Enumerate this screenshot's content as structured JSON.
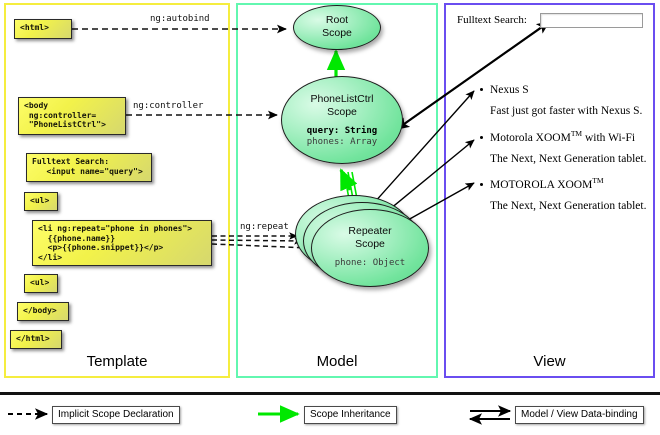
{
  "columns": {
    "template": {
      "label": "Template",
      "border_color": "#f5ed3f"
    },
    "model": {
      "label": "Model",
      "border_color": "#62f7b0"
    },
    "view": {
      "label": "View",
      "border_color": "#6a4df0"
    }
  },
  "template": {
    "boxes": [
      {
        "id": "html-open",
        "text": "<html>"
      },
      {
        "id": "body-open",
        "text": "<body\n ng:controller=\n \"PhoneListCtrl\">"
      },
      {
        "id": "search",
        "text": "Fulltext Search:\n   <input name=\"query\">"
      },
      {
        "id": "ul-open",
        "text": "<ul>"
      },
      {
        "id": "li-repeat",
        "text": "<li ng:repeat=\"phone in phones\">\n  {{phone.name}}\n  <p>{{phone.snippet}}</p>\n</li>"
      },
      {
        "id": "ul-close",
        "text": "<ul>"
      },
      {
        "id": "body-close",
        "text": "</body>"
      },
      {
        "id": "html-close",
        "text": "</html>"
      }
    ]
  },
  "model": {
    "scopes": [
      {
        "id": "root-scope",
        "title_line1": "Root",
        "title_line2": "Scope",
        "props": []
      },
      {
        "id": "phonelistctrl-scope",
        "title_line1": "PhoneListCtrl",
        "title_line2": "Scope",
        "props": [
          {
            "text": "query: String",
            "bold": true
          },
          {
            "text": "phones: Array",
            "bold": false
          }
        ]
      },
      {
        "id": "repeater-scope",
        "title_line1": "Repeater",
        "title_line2": "Scope",
        "props": [
          {
            "text": "phone: Object",
            "bold": false
          }
        ]
      }
    ]
  },
  "edge_labels": {
    "autobind": "ng:autobind",
    "controller": "ng:controller",
    "repeat": "ng:repeat"
  },
  "view": {
    "search_label": "Fulltext Search:",
    "search_value": "",
    "search_placeholder": "",
    "items": [
      {
        "name": "Nexus S",
        "name_tm": "",
        "name_suffix": "",
        "snippet": "Fast just got faster with Nexus S."
      },
      {
        "name": "Motorola XOOM",
        "name_tm": "TM",
        "name_suffix": " with Wi-Fi",
        "snippet": "The Next, Next Generation tablet."
      },
      {
        "name": "MOTOROLA XOOM",
        "name_tm": "TM",
        "name_suffix": "",
        "snippet": "The Next, Next Generation tablet."
      }
    ]
  },
  "legend": {
    "items": [
      {
        "id": "implicit-scope-declaration",
        "label": "Implicit Scope Declaration",
        "style": "dashed-black"
      },
      {
        "id": "scope-inheritance",
        "label": "Scope Inheritance",
        "style": "solid-green"
      },
      {
        "id": "model-view-data-binding",
        "label": "Model / View Data-binding",
        "style": "double-black"
      }
    ]
  },
  "colors": {
    "template_border": "#f5ed3f",
    "model_border": "#62f7b0",
    "view_border": "#6a4df0",
    "scope_fill": "#72e49d",
    "code_fill": "#f2f24a",
    "inheritance_arrow": "#00e800"
  }
}
